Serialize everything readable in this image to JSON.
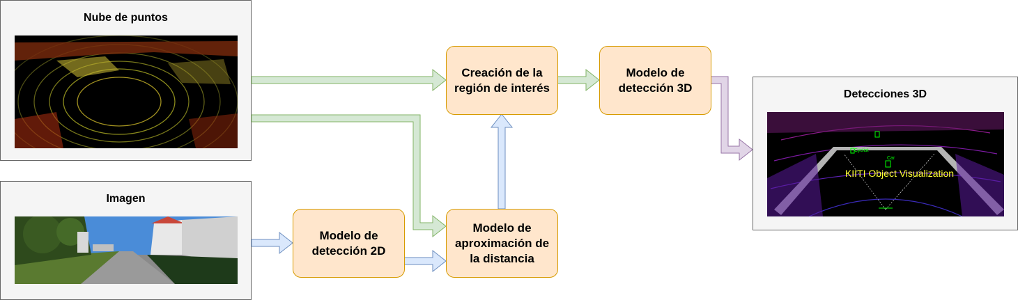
{
  "diagram": {
    "inputs": {
      "point_cloud": {
        "title": "Nube de puntos"
      },
      "image": {
        "title": "Imagen"
      }
    },
    "output": {
      "title": "Detecciones 3D",
      "visualization_caption": "KIITI Object Visualization",
      "detection_labels": [
        "Cyclist",
        "Car"
      ]
    },
    "nodes": {
      "roi": "Creación de la región de interés",
      "model3d": "Modelo de detección 3D",
      "model2d": "Modelo de detección 2D",
      "distance": "Modelo de aproximación de la distancia"
    },
    "colors": {
      "node_fill": "#ffe6cc",
      "node_border": "#d79b00",
      "arrow_green_fill": "#d5e8d4",
      "arrow_green_border": "#82b366",
      "arrow_blue_fill": "#dae8fc",
      "arrow_blue_border": "#6c8ebf",
      "arrow_purple_fill": "#e1d5e7",
      "arrow_purple_border": "#9673a6"
    }
  }
}
